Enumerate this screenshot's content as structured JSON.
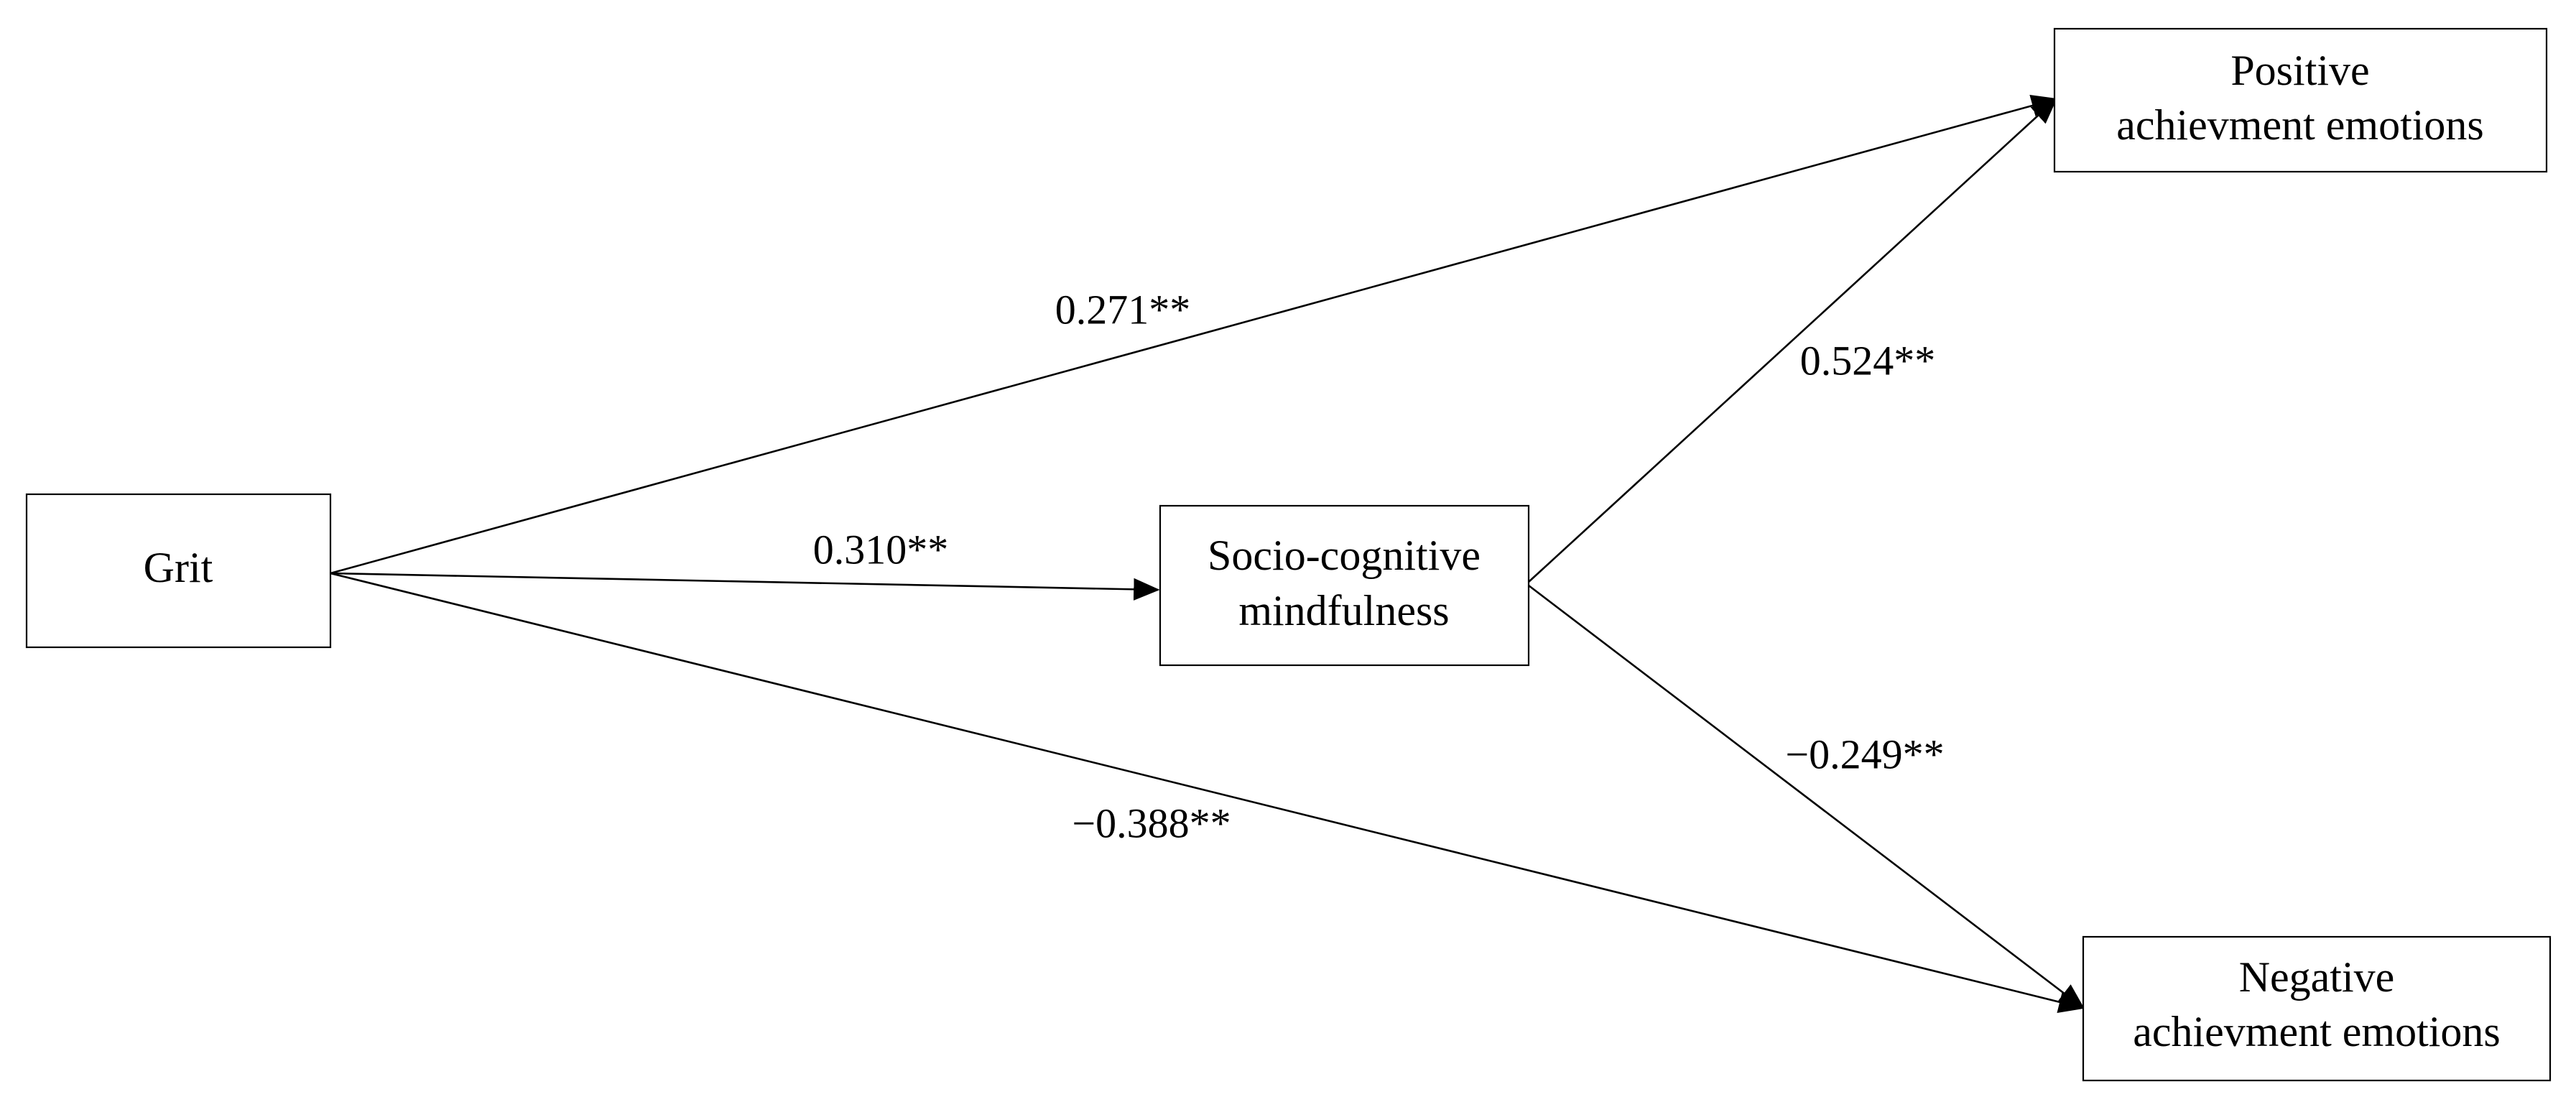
{
  "nodes": {
    "grit": {
      "lines": [
        "Grit"
      ]
    },
    "mindfulness": {
      "lines": [
        "Socio-cognitive",
        "mindfulness"
      ]
    },
    "positive": {
      "lines": [
        "Positive",
        "achievment emotions"
      ]
    },
    "negative": {
      "lines": [
        "Negative",
        "achievment emotions"
      ]
    }
  },
  "edges": {
    "grit_positive": {
      "from": "grit",
      "to": "positive",
      "label": "0.271**"
    },
    "grit_mindfulness": {
      "from": "grit",
      "to": "mindfulness",
      "label": "0.310**"
    },
    "grit_negative": {
      "from": "grit",
      "to": "negative",
      "label": "−0.388**"
    },
    "mindfulness_positive": {
      "from": "mindfulness",
      "to": "positive",
      "label": "0.524**"
    },
    "mindfulness_negative": {
      "from": "mindfulness",
      "to": "negative",
      "label": "−0.249**"
    }
  },
  "colors": {
    "stroke": "#000000",
    "background": "#ffffff",
    "text": "#000000"
  }
}
